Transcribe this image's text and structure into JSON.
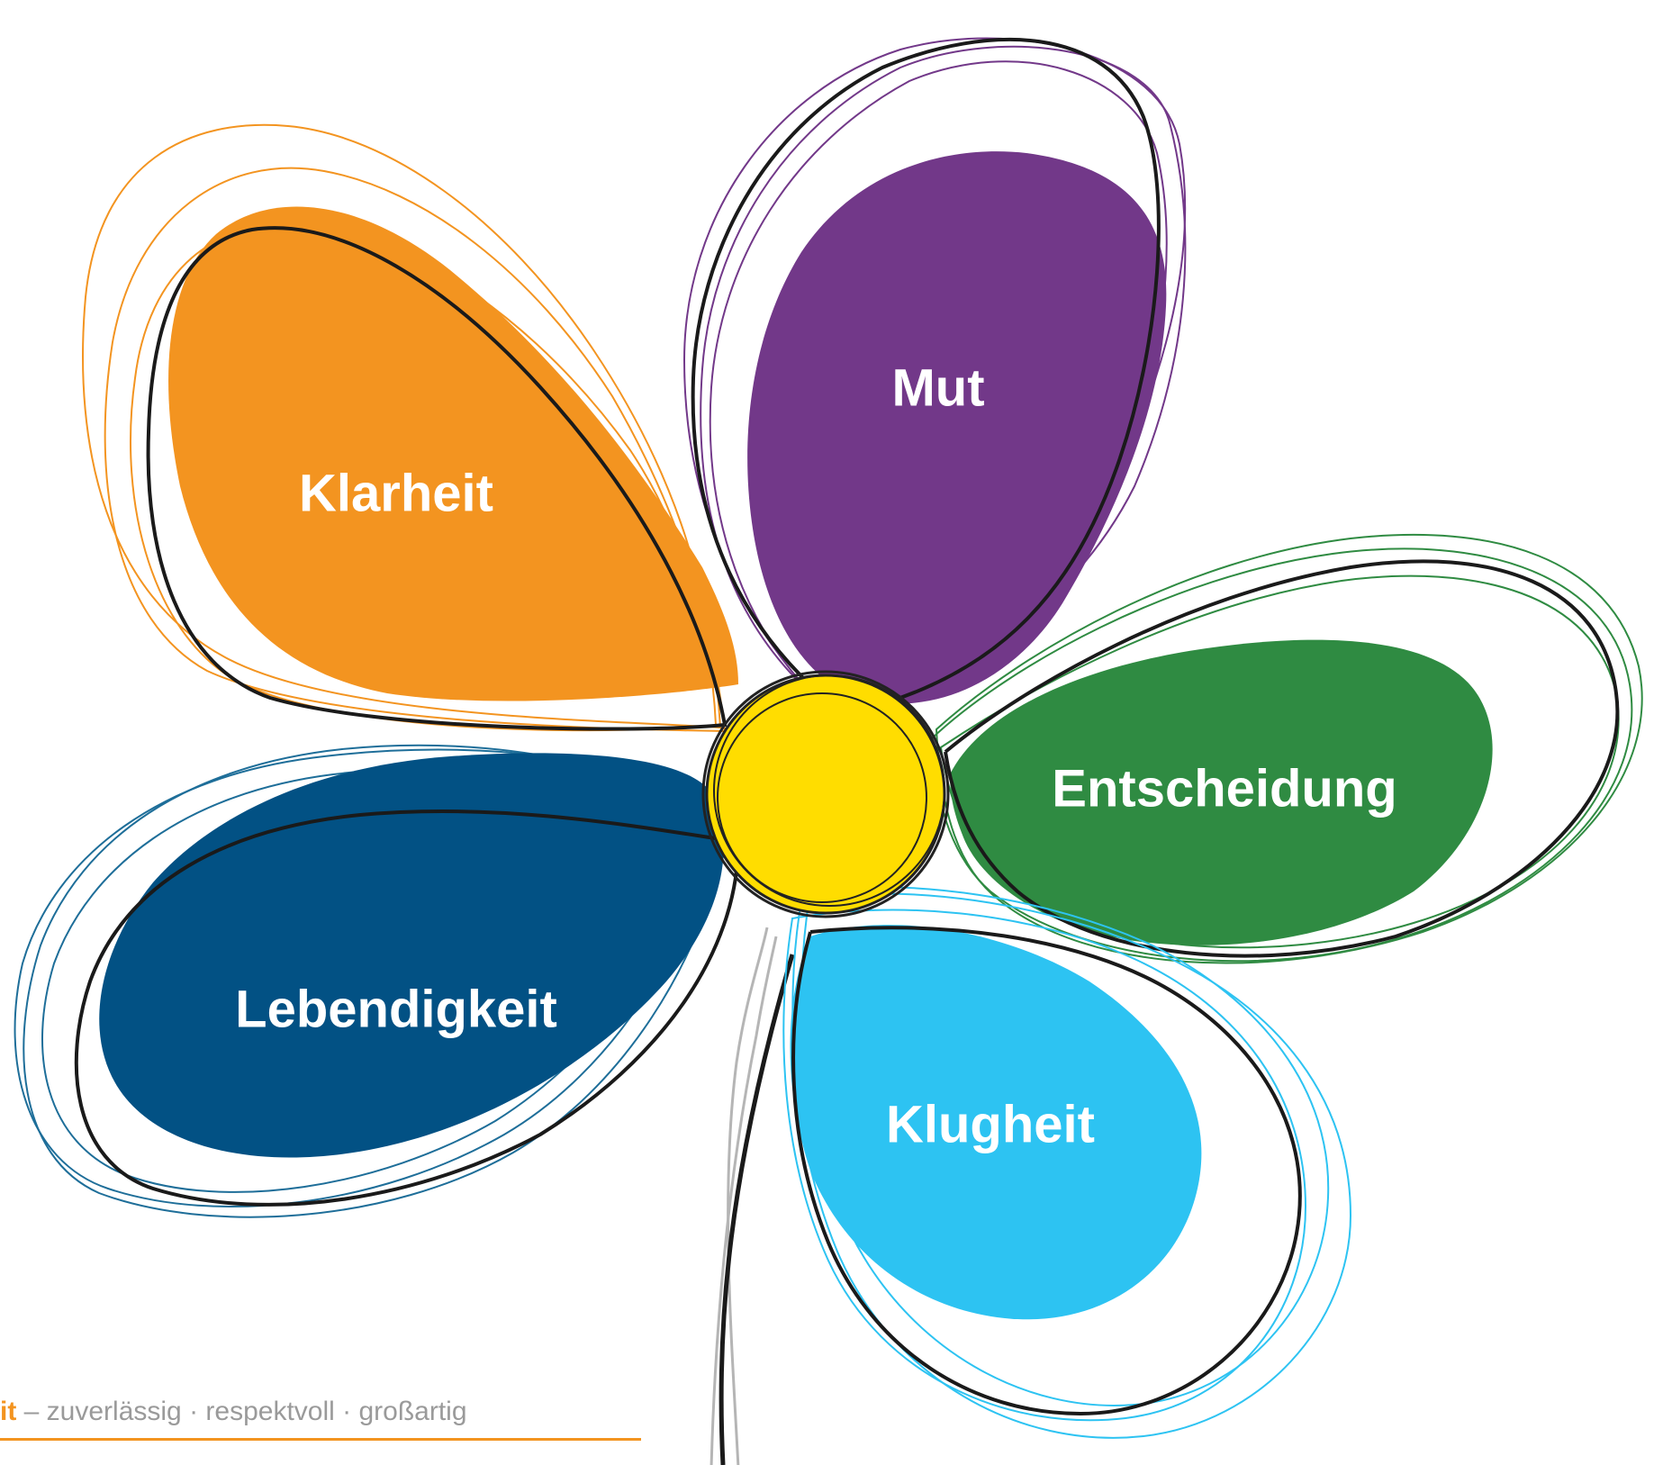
{
  "petals": [
    {
      "id": "klarheit",
      "label": "Klarheit",
      "color": "#F39420",
      "stroke": "#F39420"
    },
    {
      "id": "mut",
      "label": "Mut",
      "color": "#723889",
      "stroke": "#723889"
    },
    {
      "id": "entscheidung",
      "label": "Entscheidung",
      "color": "#2F8B42",
      "stroke": "#2F8B42"
    },
    {
      "id": "klugheit",
      "label": "Klugheit",
      "color": "#2DC3F2",
      "stroke": "#2DC3F2"
    },
    {
      "id": "lebendigkeit",
      "label": "Lebendigkeit",
      "color": "#025184",
      "stroke": "#1E6E99"
    }
  ],
  "center": {
    "color": "#FFDD00",
    "outline": "#222222"
  },
  "footer": {
    "bold_word": "it",
    "tagline": " – zuverlässig · respektvoll · großartig",
    "accent_color": "#F39420",
    "text_color": "#9A9A9A"
  }
}
